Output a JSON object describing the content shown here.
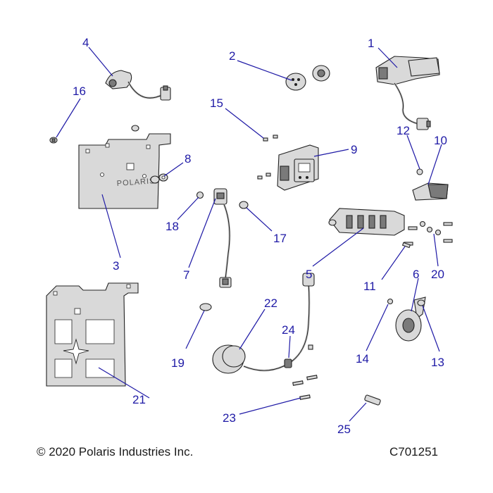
{
  "callouts": [
    "1",
    "2",
    "3",
    "4",
    "5",
    "6",
    "7",
    "8",
    "9",
    "10",
    "11",
    "12",
    "13",
    "14",
    "15",
    "16",
    "17",
    "18",
    "19",
    "20",
    "21",
    "22",
    "23",
    "24",
    "25"
  ],
  "footer": {
    "copyright": "© 2020 Polaris Industries Inc.",
    "drawing_id": "C701251"
  },
  "plate_text": "POLARIS"
}
